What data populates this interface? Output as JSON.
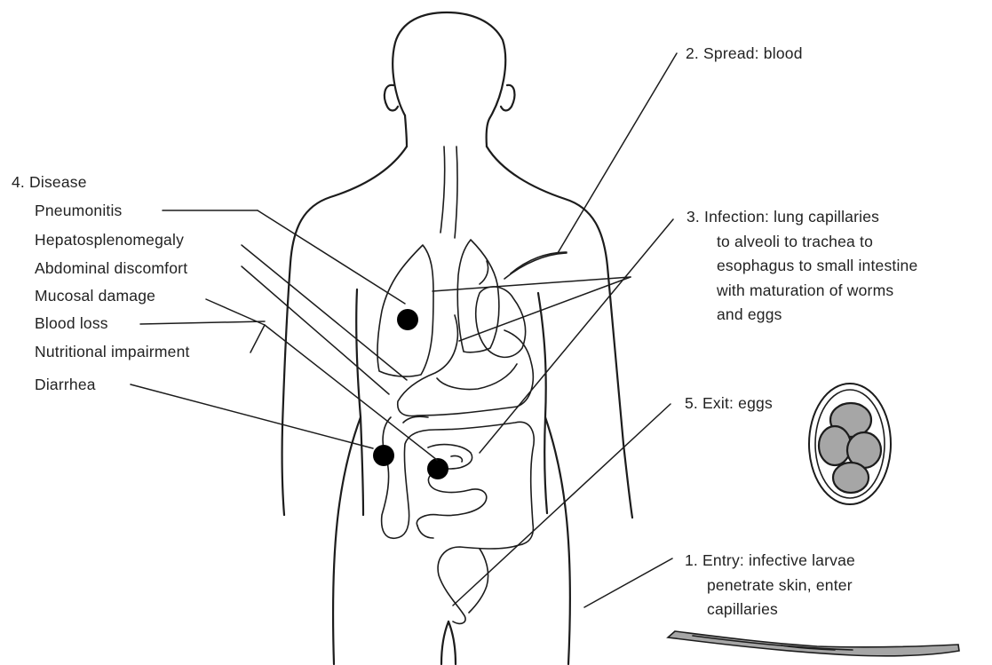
{
  "disease": {
    "heading": "4. Disease",
    "items": [
      "Pneumonitis",
      "Hepatosplenomegaly",
      "Abdominal discomfort",
      "Mucosal damage",
      "Blood loss",
      "Nutritional impairment",
      "Diarrhea"
    ]
  },
  "spread": {
    "label": "2. Spread: blood"
  },
  "infection": {
    "lines": [
      "3. Infection: lung capillaries",
      "to alveoli to trachea to",
      "esophagus to small intestine",
      "with maturation of worms",
      "and eggs"
    ]
  },
  "exit": {
    "label": "5. Exit: eggs"
  },
  "entry": {
    "lines": [
      "1. Entry: infective larvae",
      "penetrate skin, enter",
      "capillaries"
    ]
  },
  "colors": {
    "ink": "#1c1c1c",
    "egg_fill": "#a6a6a6",
    "dot": "#000000"
  },
  "icons": [
    "human-body-outline",
    "hookworm-egg-icon",
    "larva-icon",
    "lesion-dot-icon"
  ]
}
